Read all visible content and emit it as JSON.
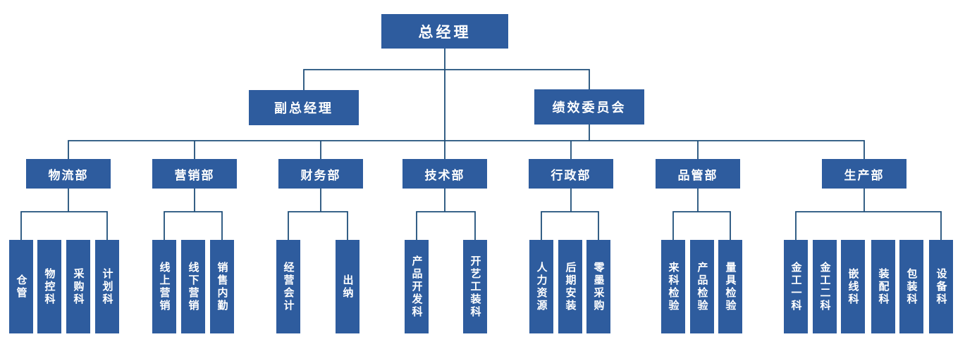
{
  "colors": {
    "box_fill": "#2E5C9E",
    "box_text": "#FFFFFF",
    "line": "#1F4E79"
  },
  "org": {
    "root": {
      "label": "总经理"
    },
    "level2": [
      {
        "label": "副总经理"
      },
      {
        "label": "绩效委员会"
      }
    ],
    "departments": [
      {
        "label": "物流部",
        "children": [
          "仓管",
          "物控科",
          "采购科",
          "计划科"
        ]
      },
      {
        "label": "营销部",
        "children": [
          "线上营销",
          "线下营销",
          "销售内勤"
        ]
      },
      {
        "label": "财务部",
        "children": [
          "经营会计",
          "出纳"
        ]
      },
      {
        "label": "技术部",
        "children": [
          "产品开发科",
          "开艺工装科"
        ]
      },
      {
        "label": "行政部",
        "children": [
          "人力资源",
          "后期安装",
          "零墨采购"
        ]
      },
      {
        "label": "品管部",
        "children": [
          "来科检验",
          "产品检验",
          "量具检验"
        ]
      },
      {
        "label": "生产部",
        "children": [
          "金工一科",
          "金工二科",
          "嵌线科",
          "装配科",
          "包装科",
          "设备科"
        ]
      }
    ]
  }
}
